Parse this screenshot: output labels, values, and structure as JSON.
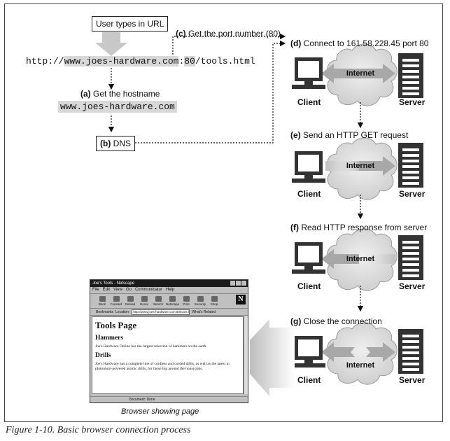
{
  "top_box": "User types in URL",
  "url": {
    "prefix": "http://",
    "host": "www.joes-hardware.com",
    "colon": ":",
    "port": "80",
    "path": "/tools.html"
  },
  "hostname_display": "www.joes-hardware.com",
  "steps": {
    "a": {
      "tag": "(a)",
      "text": "Get the hostname"
    },
    "b": {
      "tag": "(b)",
      "text": "DNS"
    },
    "c": {
      "tag": "(c)",
      "text": "Get the port number (80)"
    },
    "d": {
      "tag": "(d)",
      "text": "Connect to 161.58.228.45 port 80"
    },
    "e": {
      "tag": "(e)",
      "text": "Send an HTTP GET request"
    },
    "f": {
      "tag": "(f)",
      "text": "Read HTTP response from server"
    },
    "g": {
      "tag": "(g)",
      "text": "Close the connection"
    }
  },
  "labels": {
    "client": "Client",
    "server": "Server",
    "internet": "Internet"
  },
  "browser": {
    "title": "Joe's Tools - Netscape",
    "menu": [
      "File",
      "Edit",
      "View",
      "Go",
      "Communicator",
      "Help"
    ],
    "toolbar": [
      "Back",
      "Forward",
      "Reload",
      "Home",
      "Search",
      "Netscape",
      "Print",
      "Security",
      "Shop"
    ],
    "logo": "N",
    "bookmarks": "Bookmarks",
    "location_label": "Location:",
    "location_value": "http://www.joes-hardware.com:80/tools.html",
    "related": "What's Related",
    "page_title": "Tools Page",
    "h_hammers": "Hammers",
    "p_hammers": "Joe's Hardware Online has the largest selection of hammers on the earth.",
    "h_drills": "Drills",
    "p_drills": "Joe's Hardware has a complete line of cordless and corded drills, as well as the latest in plutonium-powered atomic drills, for those big around the house jobs.",
    "status": "Document: Done"
  },
  "browser_caption": "Browser showing page",
  "figure_caption": "Figure 1-10. Basic browser connection process"
}
